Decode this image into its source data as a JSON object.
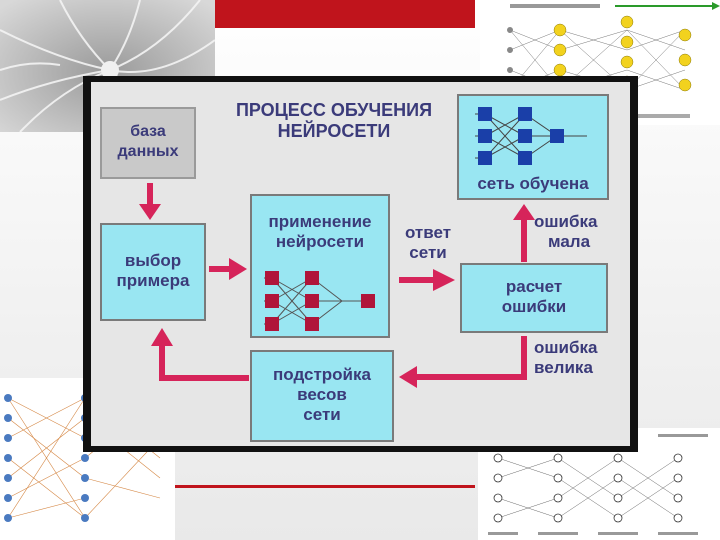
{
  "diagram": {
    "title_line1": "ПРОЦЕСС ОБУЧЕНИЯ",
    "title_line2": "НЕЙРОСЕТИ",
    "database": {
      "line1": "база",
      "line2": "данных"
    },
    "select_example": {
      "line1": "выбор",
      "line2": "примера"
    },
    "apply_network": {
      "line1": "применение",
      "line2": "нейросети"
    },
    "network_answer": {
      "line1": "ответ",
      "line2": "сети"
    },
    "network_trained": "сеть обучена",
    "error_small": {
      "line1": "ошибка",
      "line2": "мала"
    },
    "error_calc": {
      "line1": "расчет",
      "line2": "ошибки"
    },
    "error_large": {
      "line1": "ошибка",
      "line2": "велика"
    },
    "weight_adjust": {
      "line1": "подстройка",
      "line2": "весов",
      "line3": "сети"
    }
  },
  "colors": {
    "box_fill": "#99e6f2",
    "arrow": "#d6245a",
    "node": "#b0153a",
    "node_blue": "#1a3fa8",
    "text": "#3b3b7a",
    "accent_red": "#c0141c"
  }
}
